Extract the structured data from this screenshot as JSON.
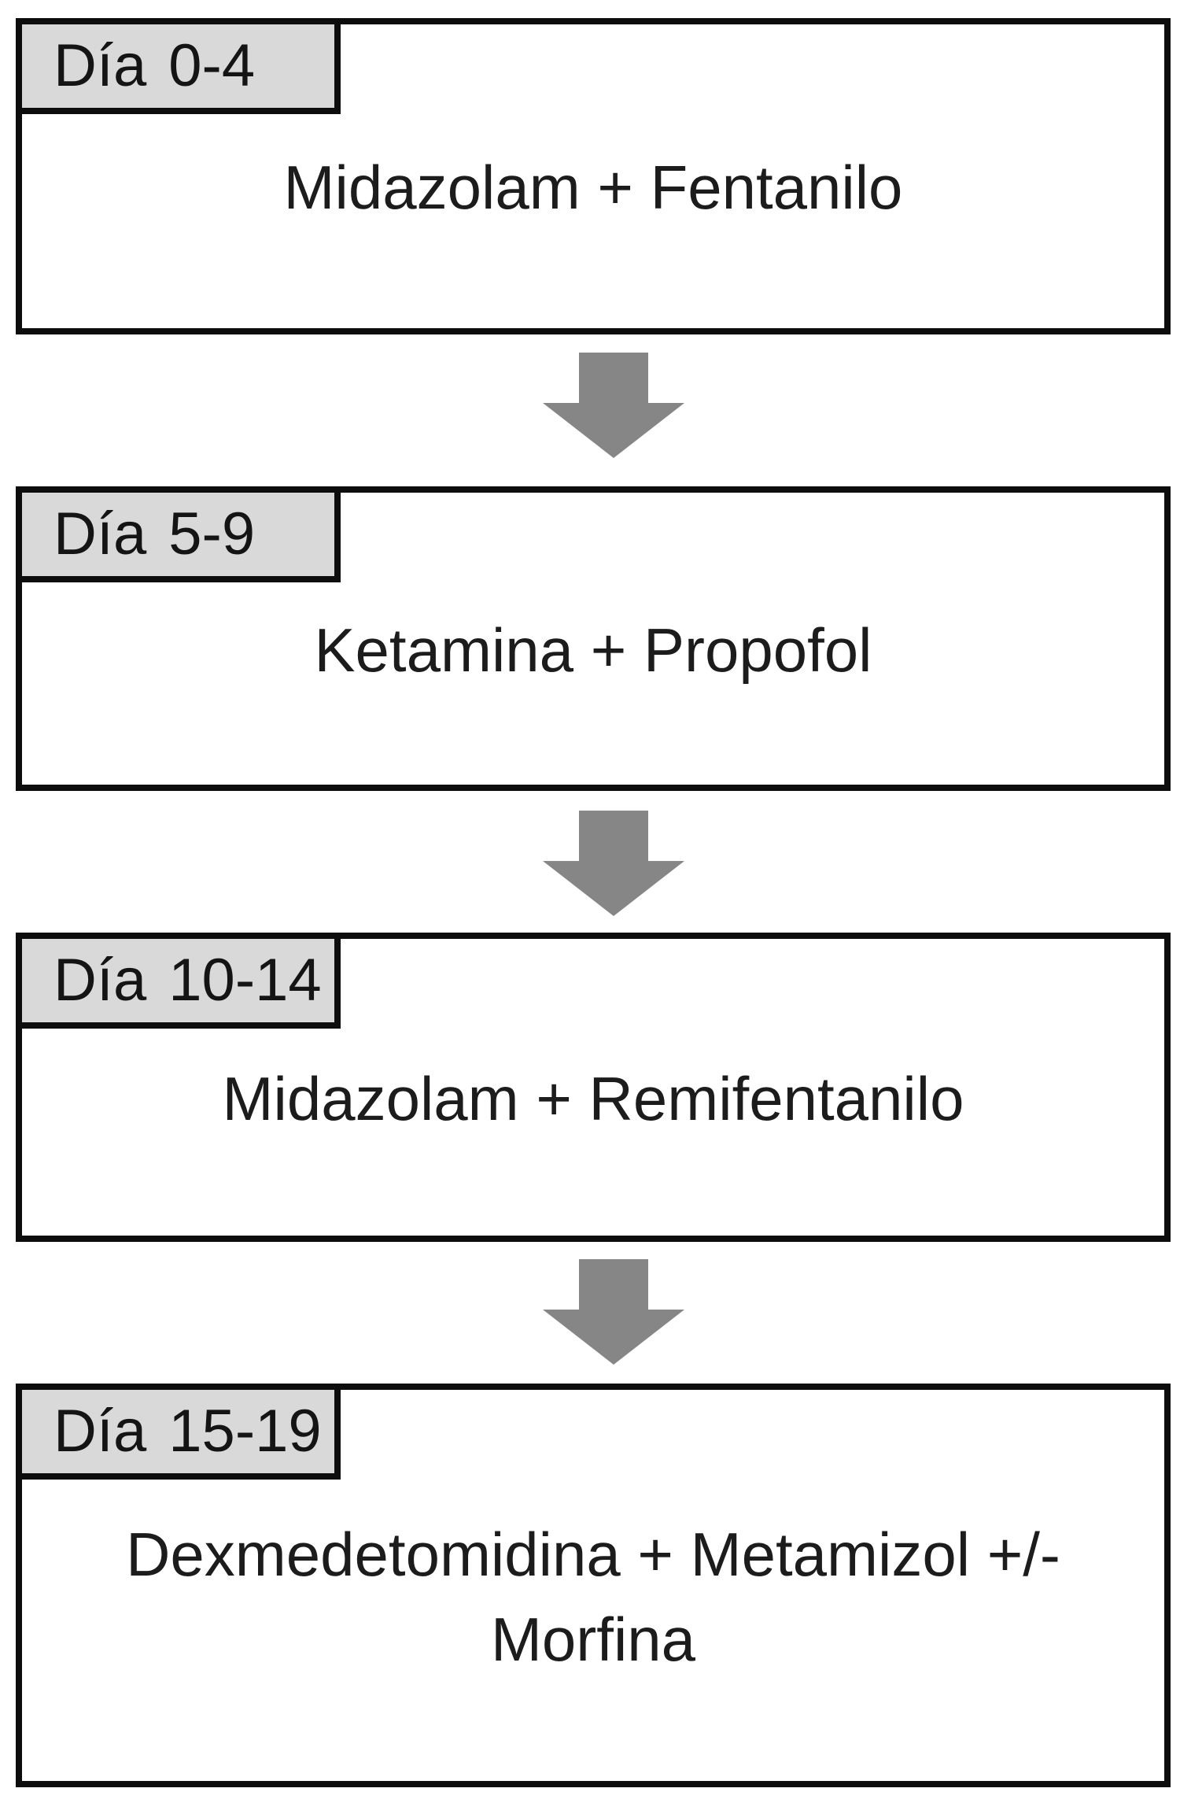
{
  "diagram": {
    "title": "Sedation protocol flowchart",
    "colors": {
      "tab_fill": "#d9d9d9",
      "box_border": "#0d0d0d",
      "arrow_gray": "#868686",
      "background": "#ffffff",
      "text": "#1c1c1c"
    },
    "steps": [
      {
        "day_word": "Día",
        "day_range": "0-4",
        "treatment": "Midazolam + Fentanilo"
      },
      {
        "day_word": "Día",
        "day_range": "5-9",
        "treatment": "Ketamina + Propofol"
      },
      {
        "day_word": "Día",
        "day_range": "10-14",
        "treatment": "Midazolam + Remifentanilo"
      },
      {
        "day_word": "Día",
        "day_range": "15-19",
        "treatment": "Dexmedetomidina + Metamizol +/- Morfina"
      }
    ]
  }
}
